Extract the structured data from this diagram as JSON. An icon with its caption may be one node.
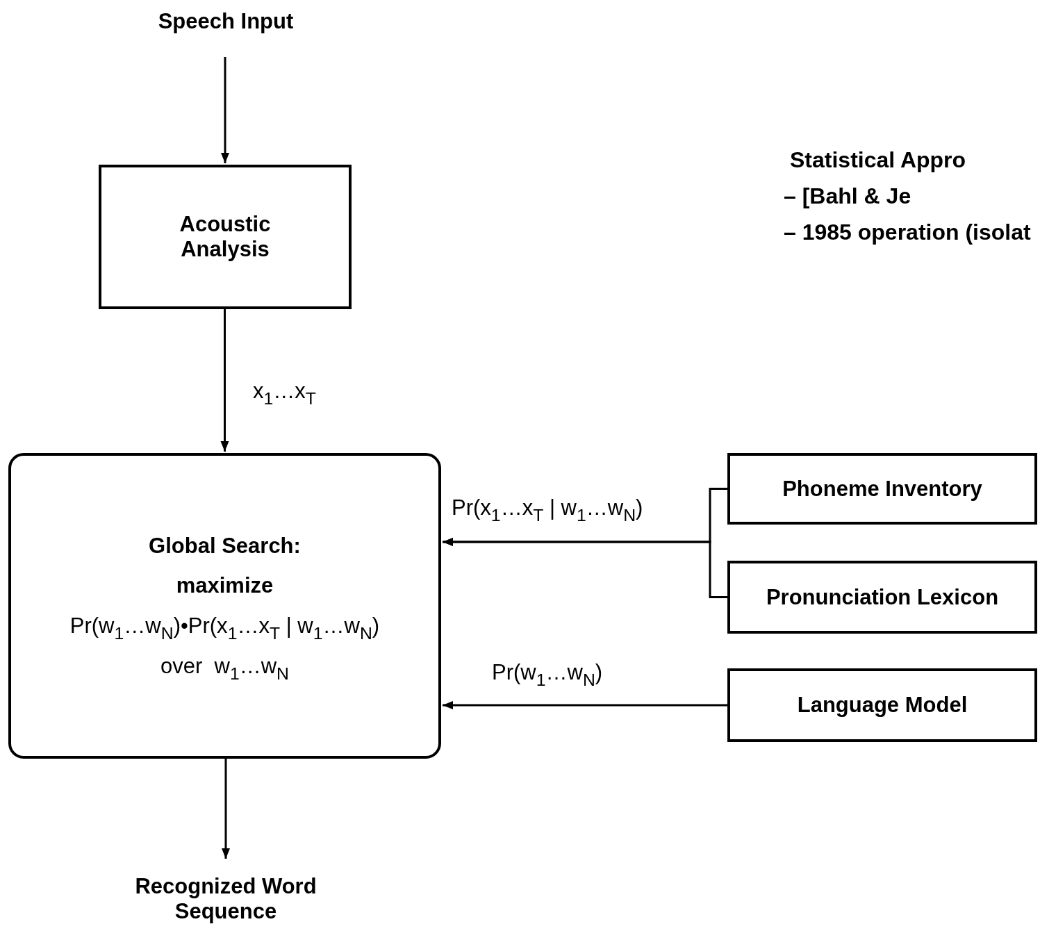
{
  "diagram": {
    "nodes": [
      {
        "text": [
          "Speech Input"
        ]
      },
      {
        "text": [
          "Acoustic Analysis"
        ]
      },
      {
        "text": [
          "Global Search:",
          "maximize",
          "Pr(w$_{1}$…w$_{N}$)•Pr(x$_{1}$…x$_{T}$ | w$_{1}$…w$_{N}$)",
          "over  w$_{1}$…w$_{N}$"
        ]
      },
      {
        "text": [
          "Phoneme Inventory"
        ]
      },
      {
        "text": [
          "Pronunciation Lexicon"
        ]
      },
      {
        "text": [
          "Language Model"
        ]
      },
      {
        "text": [
          "Recognized Word Sequence"
        ]
      }
    ],
    "edges": [
      {
        "from": 0,
        "to": 1,
        "arrow": "to"
      },
      {
        "from": 1,
        "to": 2,
        "arrow": "to",
        "label": "x$_{1}$…x$_{T}$"
      },
      {
        "from": 3,
        "to": 2,
        "arrow": "to",
        "label": "Pr(x$_{1}$…x$_{T}$ | w$_{1}$…w$_{N}$)"
      },
      {
        "from": 4,
        "to": 2,
        "arrow": "to"
      },
      {
        "from": 5,
        "to": 2,
        "arrow": "to",
        "label": "Pr(w$_{1}$…w$_{N}$)"
      },
      {
        "from": 2,
        "to": 6,
        "arrow": "to"
      }
    ],
    "labels": [
      "Statistical Appro",
      "– [Bahl & Je",
      "– 1985 operation (isolat"
    ]
  }
}
